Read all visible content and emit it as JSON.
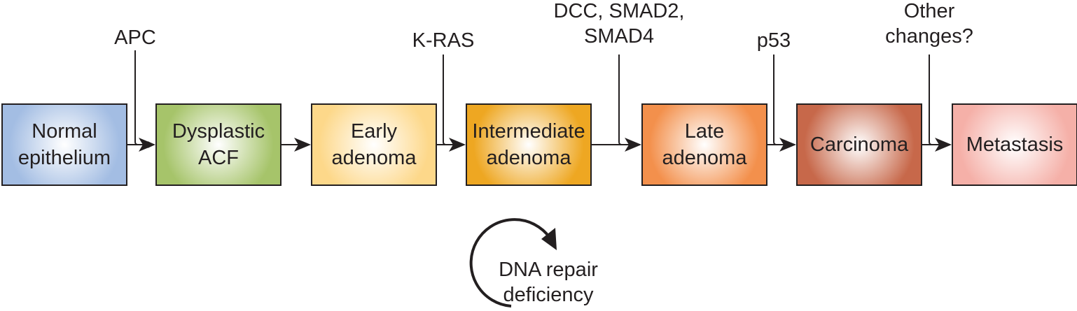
{
  "stages": [
    {
      "label_lines": [
        "Normal",
        "epithelium"
      ],
      "color": "#a3bde3"
    },
    {
      "label_lines": [
        "Dysplastic",
        "ACF"
      ],
      "color": "#a6c46a"
    },
    {
      "label_lines": [
        "Early",
        "adenoma"
      ],
      "color": "#fdd88a"
    },
    {
      "label_lines": [
        "Intermediate",
        "adenoma"
      ],
      "color": "#eea722"
    },
    {
      "label_lines": [
        "Late",
        "adenoma"
      ],
      "color": "#f3904c"
    },
    {
      "label_lines": [
        "Carcinoma"
      ],
      "color": "#c7684a"
    },
    {
      "label_lines": [
        "Metastasis"
      ],
      "color": "#f5b0a8"
    }
  ],
  "mutations": [
    {
      "label_lines": [
        "APC"
      ]
    },
    {
      "label_lines": [
        "K-RAS"
      ]
    },
    {
      "label_lines": [
        "DCC, SMAD2,",
        "SMAD4"
      ]
    },
    {
      "label_lines": [
        "p53"
      ]
    },
    {
      "label_lines": [
        "Other",
        "changes?"
      ]
    }
  ],
  "dna_repair": {
    "label_lines": [
      "DNA repair",
      "deficiency"
    ]
  }
}
